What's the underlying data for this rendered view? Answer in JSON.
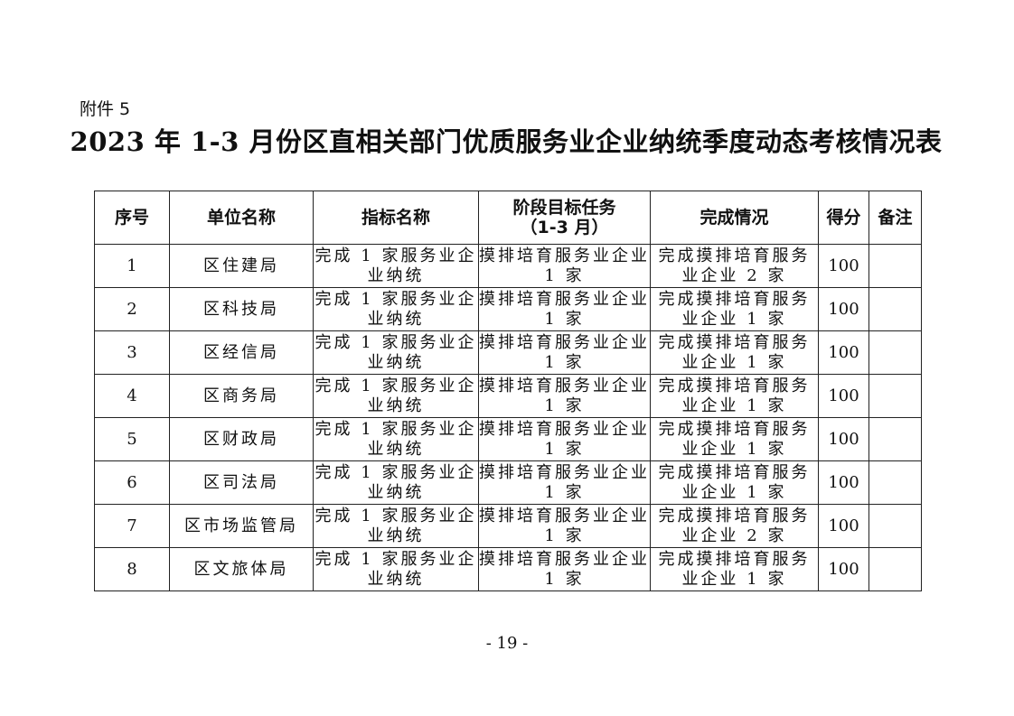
{
  "attachment_label": "附件 5",
  "title": "2023 年 1-3 月份区直相关部门优质服务业企业纳统季度动态考核情况表",
  "table": {
    "headers": {
      "seq": "序号",
      "unit": "单位名称",
      "indicator": "指标名称",
      "target_line1": "阶段目标任务",
      "target_line2": "（1-3 月）",
      "completion": "完成情况",
      "score": "得分",
      "remark": "备注"
    },
    "rows": [
      {
        "seq": "1",
        "unit": "区住建局",
        "indicator": "完成 1 家服务业企业纳统",
        "target": "摸排培育服务业企业 1 家",
        "completion": "完成摸排培育服务业企业 2 家",
        "score": "100",
        "remark": ""
      },
      {
        "seq": "2",
        "unit": "区科技局",
        "indicator": "完成 1 家服务业企业纳统",
        "target": "摸排培育服务业企业 1 家",
        "completion": "完成摸排培育服务业企业 1 家",
        "score": "100",
        "remark": ""
      },
      {
        "seq": "3",
        "unit": "区经信局",
        "indicator": "完成 1 家服务业企业纳统",
        "target": "摸排培育服务业企业 1 家",
        "completion": "完成摸排培育服务业企业 1 家",
        "score": "100",
        "remark": ""
      },
      {
        "seq": "4",
        "unit": "区商务局",
        "indicator": "完成 1 家服务业企业纳统",
        "target": "摸排培育服务业企业 1 家",
        "completion": "完成摸排培育服务业企业 1 家",
        "score": "100",
        "remark": ""
      },
      {
        "seq": "5",
        "unit": "区财政局",
        "indicator": "完成 1 家服务业企业纳统",
        "target": "摸排培育服务业企业 1 家",
        "completion": "完成摸排培育服务业企业 1 家",
        "score": "100",
        "remark": ""
      },
      {
        "seq": "6",
        "unit": "区司法局",
        "indicator": "完成 1 家服务业企业纳统",
        "target": "摸排培育服务业企业 1 家",
        "completion": "完成摸排培育服务业企业 1 家",
        "score": "100",
        "remark": ""
      },
      {
        "seq": "7",
        "unit": "区市场监管局",
        "indicator": "完成 1 家服务业企业纳统",
        "target": "摸排培育服务业企业 1 家",
        "completion": "完成摸排培育服务业企业 2 家",
        "score": "100",
        "remark": ""
      },
      {
        "seq": "8",
        "unit": "区文旅体局",
        "indicator": "完成 1 家服务业企业纳统",
        "target": "摸排培育服务业企业 1 家",
        "completion": "完成摸排培育服务业企业 1 家",
        "score": "100",
        "remark": ""
      }
    ]
  },
  "page_number": "- 19 -"
}
